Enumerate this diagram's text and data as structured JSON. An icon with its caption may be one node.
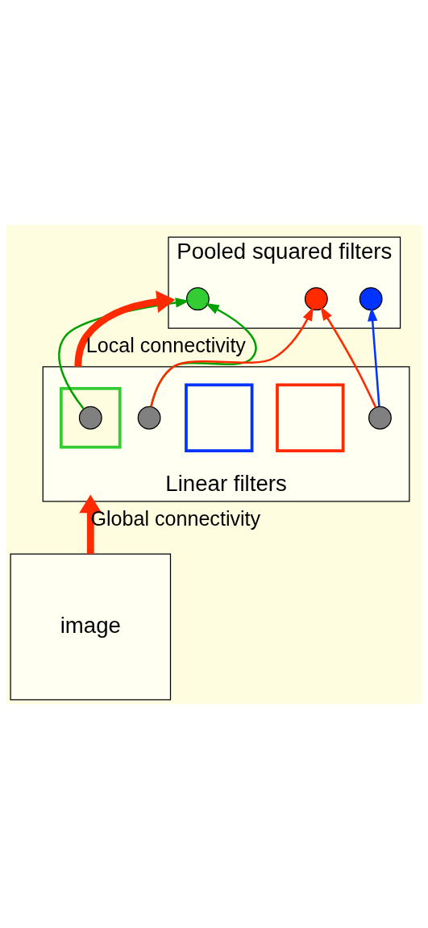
{
  "diagram": {
    "nodes": [
      {
        "text": [
          "Pooled squared filters"
        ]
      },
      {
        "text": [],
        "shape": "circle",
        "in": 0
      },
      {
        "text": [],
        "shape": "circle",
        "in": 0
      },
      {
        "text": [],
        "shape": "circle",
        "in": 0
      },
      {
        "text": [
          "Linear filters"
        ]
      },
      {
        "text": [],
        "shape": "box",
        "in": 4
      },
      {
        "text": [],
        "shape": "box",
        "in": 4
      },
      {
        "text": [],
        "shape": "box",
        "in": 4
      },
      {
        "text": [],
        "shape": "circle",
        "in": 5
      },
      {
        "text": [],
        "shape": "circle",
        "in": 4
      },
      {
        "text": [],
        "shape": "circle",
        "in": 4
      },
      {
        "text": [
          "image"
        ]
      }
    ],
    "edges": [
      {
        "from": 8,
        "to": 1,
        "arrow": "to",
        "color": "#00a000"
      },
      {
        "from": 9,
        "to": 1,
        "arrow": "to",
        "color": "#00a000"
      },
      {
        "from": 9,
        "to": 2,
        "arrow": "to",
        "color": "#ff2a00"
      },
      {
        "from": 10,
        "to": 2,
        "arrow": "to",
        "color": "#ff2a00"
      },
      {
        "from": 10,
        "to": 3,
        "arrow": "to",
        "color": "#0033ff"
      },
      {
        "from": 4,
        "to": 0,
        "arrow": "to",
        "label": "Local connectivity",
        "style": "thick",
        "color": "#ff2a00"
      },
      {
        "from": 11,
        "to": 4,
        "arrow": "to",
        "label": "Global connectivity",
        "style": "thick",
        "color": "#ff2a00"
      }
    ]
  }
}
